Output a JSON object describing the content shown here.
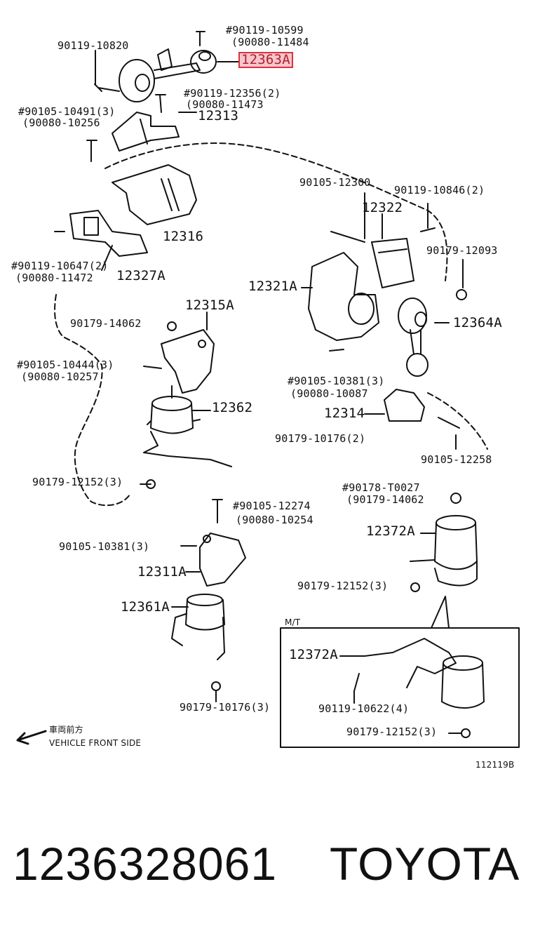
{
  "labels": {
    "l_90119_10599": "#90119-10599",
    "l_90080_11484": "(90080-11484",
    "l_12363A": "12363A",
    "l_90119_10820": "90119-10820",
    "l_90119_12356": "#90119-12356(2)",
    "l_90080_11473a": "(90080-11473",
    "l_12313": "12313",
    "l_90105_10491": "#90105-10491(3)",
    "l_90080_10256": "(90080-10256",
    "l_90105_12300": "90105-12300",
    "l_90119_10846": "90119-10846(2)",
    "l_12322": "12322",
    "l_90179_12093": "90179-12093",
    "l_12316": "12316",
    "l_90119_10647": "#90119-10647(2)",
    "l_90080_11472": "(90080-11472",
    "l_12327A": "12327A",
    "l_12321A": "12321A",
    "l_12364A": "12364A",
    "l_12315A": "12315A",
    "l_90179_14062a": "90179-14062",
    "l_90105_10444": "#90105-10444(3)",
    "l_90080_10257": "(90080-10257",
    "l_90105_10381a": "#90105-10381(3)",
    "l_90080_10087": "(90080-10087",
    "l_12314": "12314",
    "l_12362": "12362",
    "l_90179_10176a": "90179-10176(2)",
    "l_90105_12258": "90105-12258",
    "l_90179_12152a": "90179-12152(3)",
    "l_90178_T0027": "#90178-T0027",
    "l_90179_14062b": "(90179-14062",
    "l_90105_12274": "#90105-12274",
    "l_90080_10254": "(90080-10254",
    "l_12372A_a": "12372A",
    "l_90105_10381b": "90105-10381(3)",
    "l_12311A": "12311A",
    "l_90179_12152b": "90179-12152(3)",
    "l_12361A": "12361A",
    "l_mt": "M/T",
    "l_12372A_b": "12372A",
    "l_90119_10622": "90119-10622(4)",
    "l_90179_12152c": "90179-12152(3)",
    "l_90179_10176b": "90179-10176(3)",
    "l_front_jp": "車両前方",
    "l_front_en": "VEHICLE FRONT SIDE",
    "l_fig_no": "112119B"
  },
  "footer": {
    "part_number": "1236328061",
    "brand": "TOYOTA"
  },
  "colors": {
    "highlight_border": "#d9333f",
    "highlight_fill": "#f7c6cc",
    "ink": "#111111"
  }
}
